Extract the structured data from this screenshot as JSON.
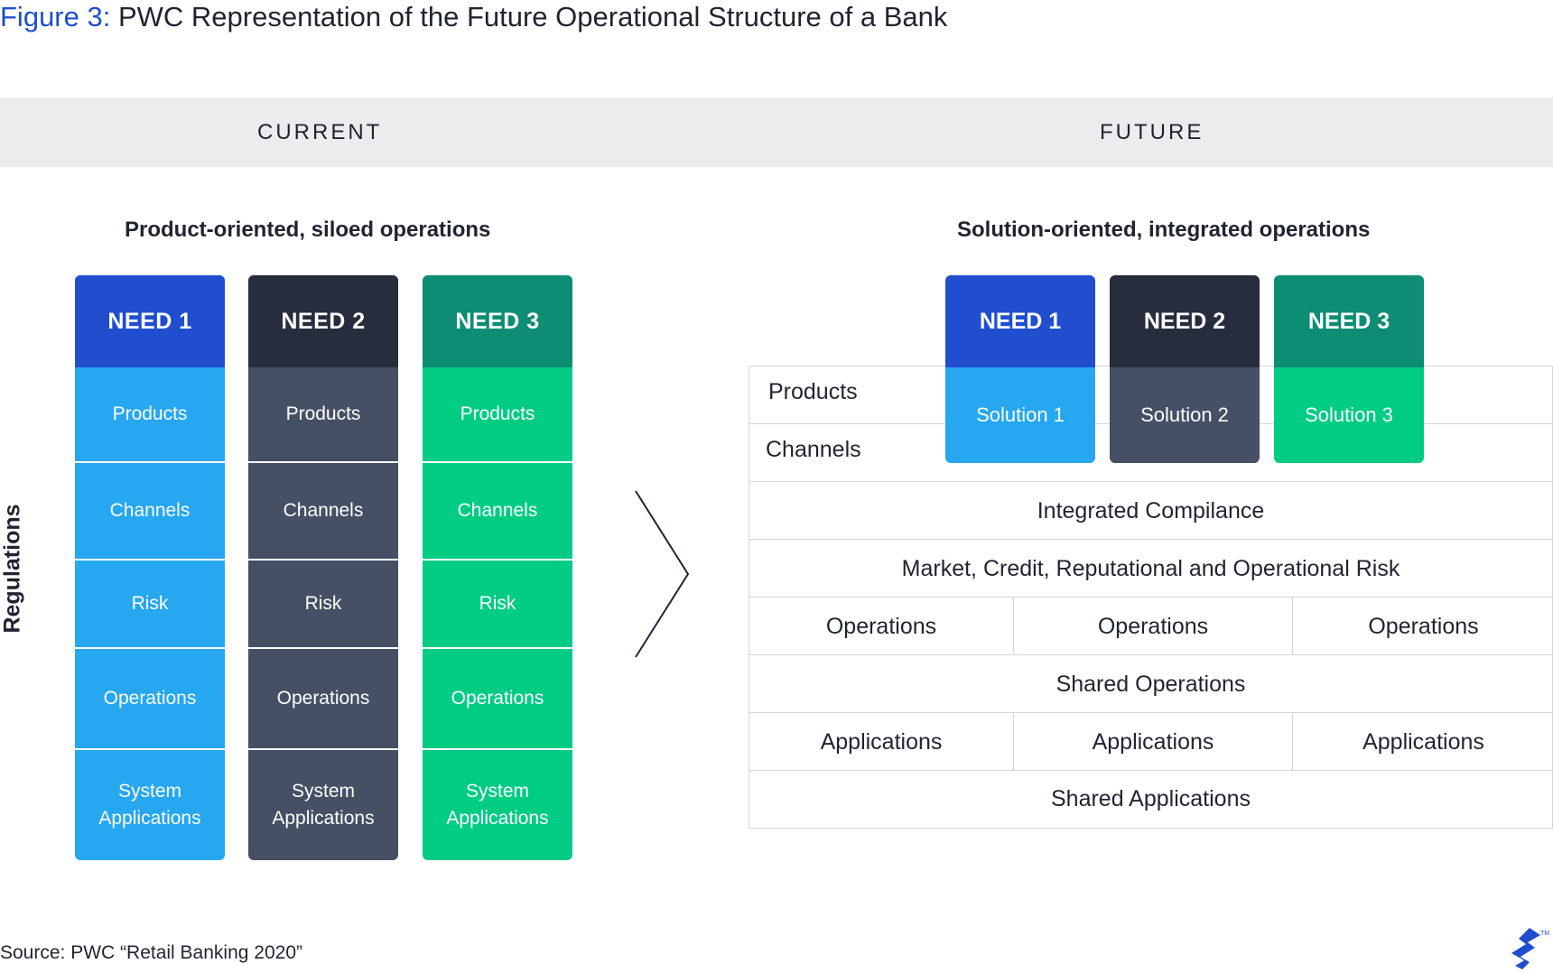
{
  "title": {
    "prefix": "Figure 3:",
    "text": "PWC Representation of the Future Operational Structure of a Bank"
  },
  "band": {
    "current": "CURRENT",
    "future": "FUTURE"
  },
  "current": {
    "subtitle": "Product-oriented, siloed operations",
    "side_label": "Regulations",
    "columns": [
      {
        "need": "NEED 1",
        "rows": [
          "Products",
          "Channels",
          "Risk",
          "Operations",
          "System Applications"
        ]
      },
      {
        "need": "NEED 2",
        "rows": [
          "Products",
          "Channels",
          "Risk",
          "Operations",
          "System Applications"
        ]
      },
      {
        "need": "NEED 3",
        "rows": [
          "Products",
          "Channels",
          "Risk",
          "Operations",
          "System Applications"
        ]
      }
    ]
  },
  "future": {
    "subtitle": "Solution-oriented, integrated operations",
    "needs": [
      {
        "need": "NEED 1",
        "solution": "Solution 1"
      },
      {
        "need": "NEED 2",
        "solution": "Solution 2"
      },
      {
        "need": "NEED 3",
        "solution": "Solution 3"
      }
    ],
    "row_labels": {
      "products": "Products",
      "channels": "Channels"
    },
    "integrated_compliance": "Integrated Compilance",
    "risk": "Market, Credit, Reputational and Operational Risk",
    "operations": [
      "Operations",
      "Operations",
      "Operations"
    ],
    "shared_operations": "Shared Operations",
    "applications": [
      "Applications",
      "Applications",
      "Applications"
    ],
    "shared_applications": "Shared Applications"
  },
  "source": "Source: PWC “Retail Banking 2020”",
  "colors": {
    "accent_blue": "#204ecf",
    "need1_header": "#204ecf",
    "need1_body": "#26a7ef",
    "need2_header": "#262d3d",
    "need2_body": "#455065",
    "need3_header": "#0c8d74",
    "need3_body": "#00cc83",
    "band": "#ebecee"
  },
  "icons": {
    "logo": "toptal-logo-icon",
    "arrow": "chevron-right-icon"
  }
}
